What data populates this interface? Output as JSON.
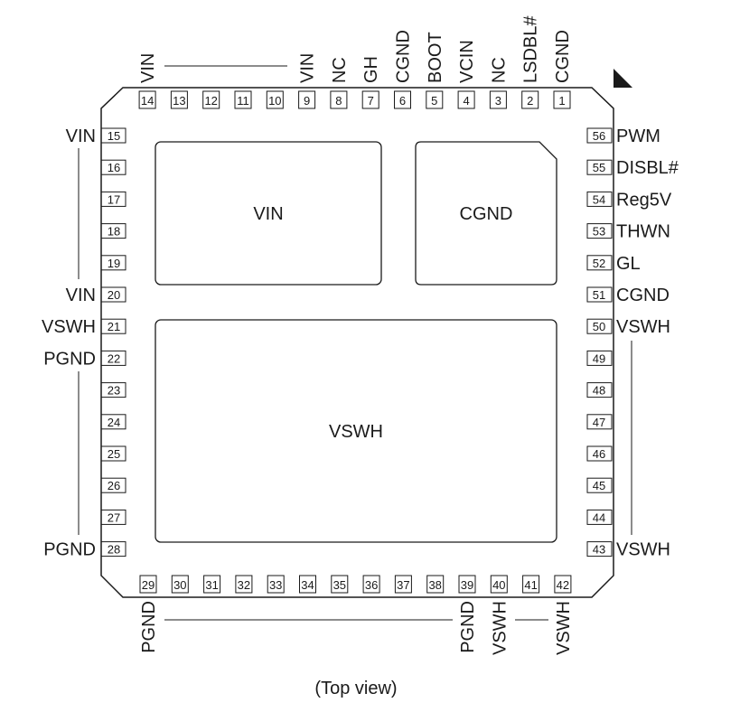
{
  "caption": "(Top view)",
  "pads": {
    "vin": "VIN",
    "cgnd": "CGND",
    "vswh": "VSWH"
  },
  "top_pins": [
    {
      "num": "1",
      "label": "CGND"
    },
    {
      "num": "2",
      "label": "LSDBL#"
    },
    {
      "num": "3",
      "label": "NC"
    },
    {
      "num": "4",
      "label": "VCIN"
    },
    {
      "num": "5",
      "label": "BOOT"
    },
    {
      "num": "6",
      "label": "CGND"
    },
    {
      "num": "7",
      "label": "GH"
    },
    {
      "num": "8",
      "label": "NC"
    },
    {
      "num": "9",
      "label": "VIN"
    },
    {
      "num": "10",
      "label": ""
    },
    {
      "num": "11",
      "label": ""
    },
    {
      "num": "12",
      "label": ""
    },
    {
      "num": "13",
      "label": ""
    },
    {
      "num": "14",
      "label": "VIN"
    }
  ],
  "left_pins": [
    {
      "num": "15",
      "label": "VIN"
    },
    {
      "num": "16",
      "label": ""
    },
    {
      "num": "17",
      "label": ""
    },
    {
      "num": "18",
      "label": ""
    },
    {
      "num": "19",
      "label": ""
    },
    {
      "num": "20",
      "label": "VIN"
    },
    {
      "num": "21",
      "label": "VSWH"
    },
    {
      "num": "22",
      "label": "PGND"
    },
    {
      "num": "23",
      "label": ""
    },
    {
      "num": "24",
      "label": ""
    },
    {
      "num": "25",
      "label": ""
    },
    {
      "num": "26",
      "label": ""
    },
    {
      "num": "27",
      "label": ""
    },
    {
      "num": "28",
      "label": "PGND"
    }
  ],
  "bottom_pins": [
    {
      "num": "29",
      "label": "PGND"
    },
    {
      "num": "30",
      "label": ""
    },
    {
      "num": "31",
      "label": ""
    },
    {
      "num": "32",
      "label": ""
    },
    {
      "num": "33",
      "label": ""
    },
    {
      "num": "34",
      "label": ""
    },
    {
      "num": "35",
      "label": ""
    },
    {
      "num": "36",
      "label": ""
    },
    {
      "num": "37",
      "label": ""
    },
    {
      "num": "38",
      "label": ""
    },
    {
      "num": "39",
      "label": "PGND"
    },
    {
      "num": "40",
      "label": "VSWH"
    },
    {
      "num": "41",
      "label": ""
    },
    {
      "num": "42",
      "label": "VSWH"
    }
  ],
  "right_pins": [
    {
      "num": "56",
      "label": "PWM"
    },
    {
      "num": "55",
      "label": "DISBL#"
    },
    {
      "num": "54",
      "label": "Reg5V"
    },
    {
      "num": "53",
      "label": "THWN"
    },
    {
      "num": "52",
      "label": "GL"
    },
    {
      "num": "51",
      "label": "CGND"
    },
    {
      "num": "50",
      "label": "VSWH"
    },
    {
      "num": "49",
      "label": ""
    },
    {
      "num": "48",
      "label": ""
    },
    {
      "num": "47",
      "label": ""
    },
    {
      "num": "46",
      "label": ""
    },
    {
      "num": "45",
      "label": ""
    },
    {
      "num": "44",
      "label": ""
    },
    {
      "num": "43",
      "label": "VSWH"
    }
  ]
}
